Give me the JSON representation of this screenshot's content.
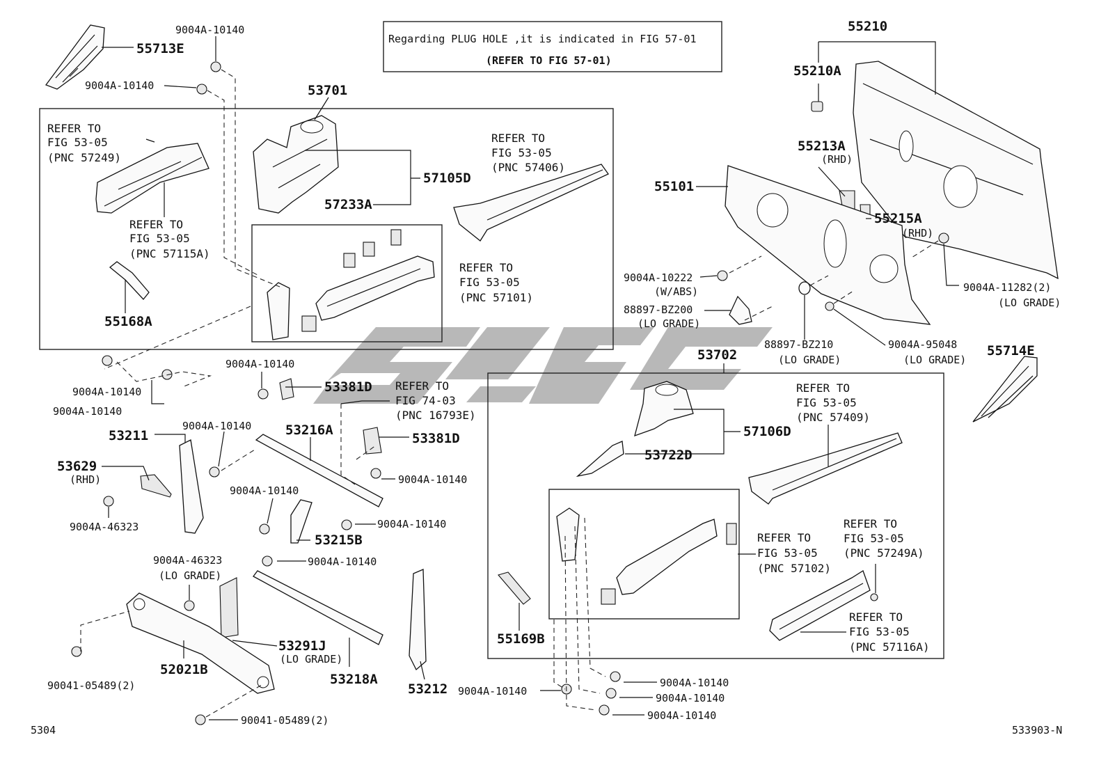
{
  "note": {
    "line1": "Regarding PLUG HOLE ,it is indicated in FIG 57-01",
    "line2": "(REFER TO FIG 57-01)"
  },
  "labels": {
    "p55713E": "55713E",
    "b9004A_10140_t1": "9004A-10140",
    "b9004A_10140_t2": "9004A-10140",
    "p53701": "53701",
    "ref_57249_a": "REFER TO",
    "ref_57249_b": "FIG 53-05",
    "ref_57249_c": "(PNC 57249)",
    "ref_57115A_a": "REFER TO",
    "ref_57115A_b": "FIG 53-05",
    "ref_57115A_c": "(PNC 57115A)",
    "p55168A": "55168A",
    "p57105D": "57105D",
    "p57233A": "57233A",
    "ref_57406_a": "REFER TO",
    "ref_57406_b": "FIG 53-05",
    "ref_57406_c": "(PNC 57406)",
    "ref_57101_a": "REFER TO",
    "ref_57101_b": "FIG 53-05",
    "ref_57101_c": "(PNC 57101)",
    "p55210": "55210",
    "p55210A": "55210A",
    "p55213A": "55213A",
    "rhd1": "(RHD)",
    "p55101": "55101",
    "p55215A": "55215A",
    "rhd2": "(RHD)",
    "b9004A_10222": "9004A-10222",
    "wabs": "(W/ABS)",
    "b88897_BZ200": "88897-BZ200",
    "lo1": "(LO GRADE)",
    "b88897_BZ210": "88897-BZ210",
    "lo2": "(LO GRADE)",
    "b9004A_95048": "9004A-95048",
    "lo3": "(LO GRADE)",
    "b9004A_11282": "9004A-11282(2)",
    "lo4": "(LO GRADE)",
    "p55714E": "55714E",
    "b9004A_10140_m1": "9004A-10140",
    "b9004A_10140_m2": "9004A-10140",
    "b9004A_10140_m3": "9004A-10140",
    "p53381D_1": "53381D",
    "ref_16793E_a": "REFER TO",
    "ref_16793E_b": "FIG 74-03",
    "ref_16793E_c": "(PNC 16793E)",
    "b9004A_10140_m4": "9004A-10140",
    "p53216A": "53216A",
    "p53381D_2": "53381D",
    "p53211": "53211",
    "p53629": "53629",
    "rhd3": "(RHD)",
    "b9004A_10140_m5": "9004A-10140",
    "b9004A_10140_m6": "9004A-10140",
    "b9004A_46323_1": "9004A-46323",
    "b9004A_10140_m7": "9004A-10140",
    "p53215B": "53215B",
    "b9004A_46323_2": "9004A-46323",
    "lo5": "(LO GRADE)",
    "b9004A_10140_m8": "9004A-10140",
    "p53291J": "53291J",
    "lo6": "(LO GRADE)",
    "p52021B": "52021B",
    "p53218A": "53218A",
    "p53212": "53212",
    "b90041_1": "90041-05489(2)",
    "b90041_2": "90041-05489(2)",
    "p53702": "53702",
    "p57106D": "57106D",
    "p53722D": "53722D",
    "ref_57409_a": "REFER TO",
    "ref_57409_b": "FIG 53-05",
    "ref_57409_c": "(PNC 57409)",
    "ref_57249A_a": "REFER TO",
    "ref_57249A_b": "FIG 53-05",
    "ref_57249A_c": "(PNC 57249A)",
    "ref_57102_a": "REFER TO",
    "ref_57102_b": "FIG 53-05",
    "ref_57102_c": "(PNC 57102)",
    "ref_57116A_a": "REFER TO",
    "ref_57116A_b": "FIG 53-05",
    "ref_57116A_c": "(PNC 57116A)",
    "p55169B": "55169B",
    "b9004A_10140_b1": "9004A-10140",
    "b9004A_10140_b2": "9004A-10140",
    "b9004A_10140_b3": "9004A-10140",
    "b9004A_10140_b4": "9004A-10140",
    "page_code": "5304",
    "drawing_code": "533903-N"
  }
}
